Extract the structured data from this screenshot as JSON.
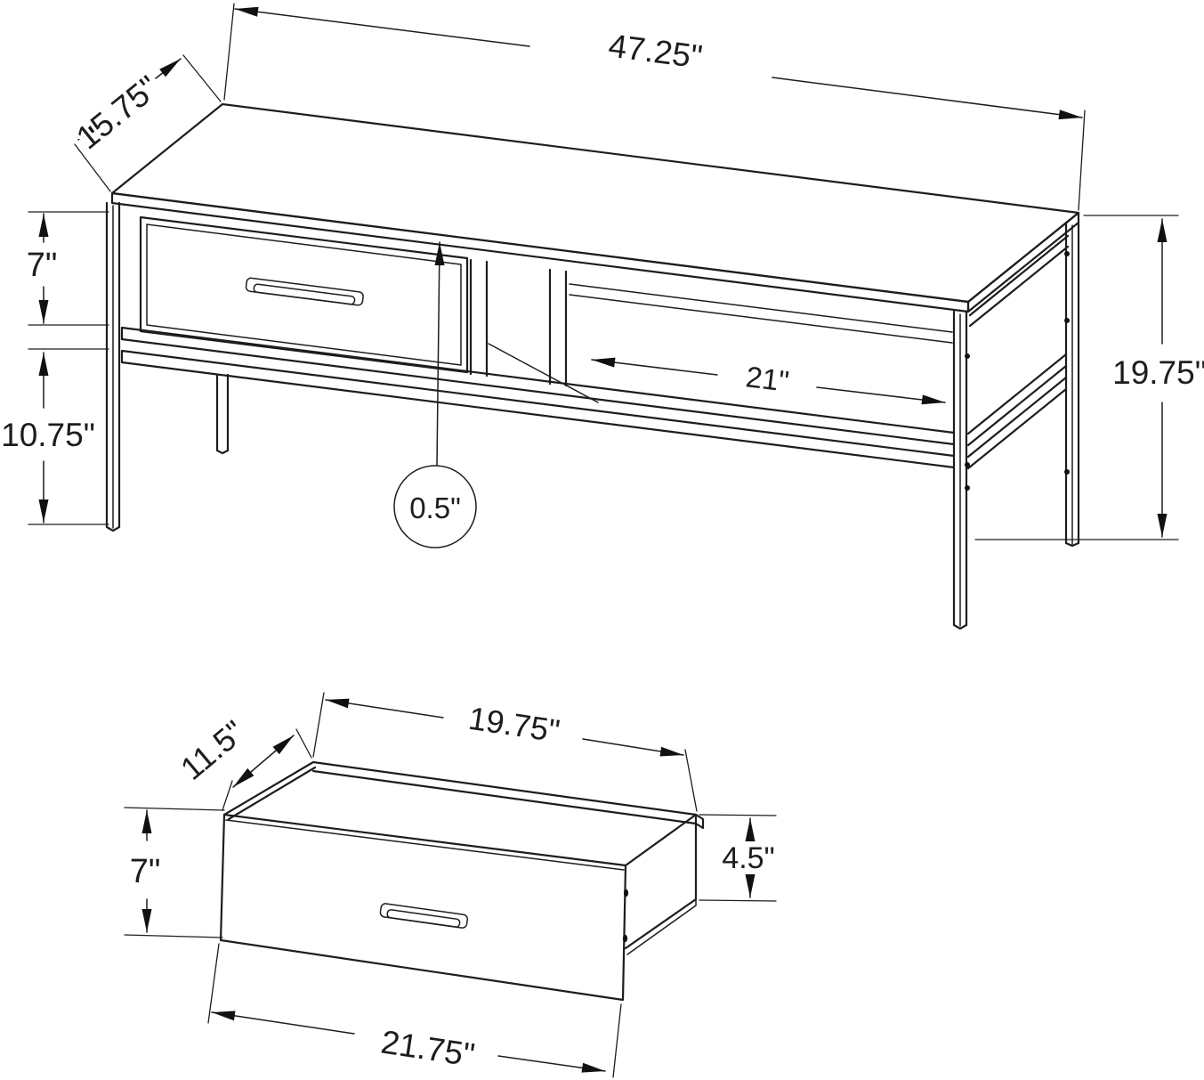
{
  "diagram": {
    "type": "furniture-dimension-drawing",
    "views": {
      "console": {
        "name": "tv-stand-overview",
        "dims": {
          "width": "47.25\"",
          "depth": "15.75\"",
          "drawer_front_height": "7\"",
          "leg_clearance_height": "10.75\"",
          "overall_height": "19.75\"",
          "shelf_opening_width": "21\"",
          "panel_thickness": "0.5\""
        }
      },
      "drawer": {
        "name": "drawer-detail",
        "dims": {
          "inner_width": "19.75\"",
          "depth": "11.5\"",
          "front_height": "7\"",
          "side_height": "4.5\"",
          "outer_width": "21.75\""
        }
      }
    },
    "colors": {
      "line": "#1d1d1d",
      "background": "#ffffff"
    }
  }
}
